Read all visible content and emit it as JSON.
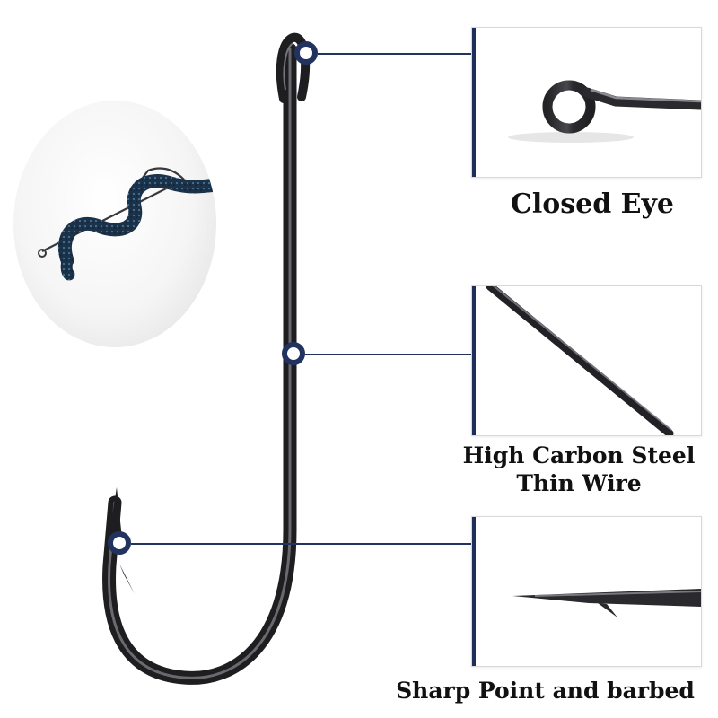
{
  "captions": {
    "closed_eye": "Closed Eye",
    "wire_line1": "High Carbon Steel",
    "wire_line2": "Thin Wire",
    "sharp_point": "Sharp Point and barbed"
  },
  "colors": {
    "accent_navy": "#22335f",
    "hook_steel": "#2a2a2e",
    "worm_blue": "#1d3a52"
  },
  "images": {
    "main": "fishing-hook-product-photo",
    "inset": "soft-worm-bait-rigged-on-hook",
    "panel_1": "closed-eye-closeup",
    "panel_2": "steel-wire-closeup",
    "panel_3": "sharp-barbed-point-closeup"
  }
}
